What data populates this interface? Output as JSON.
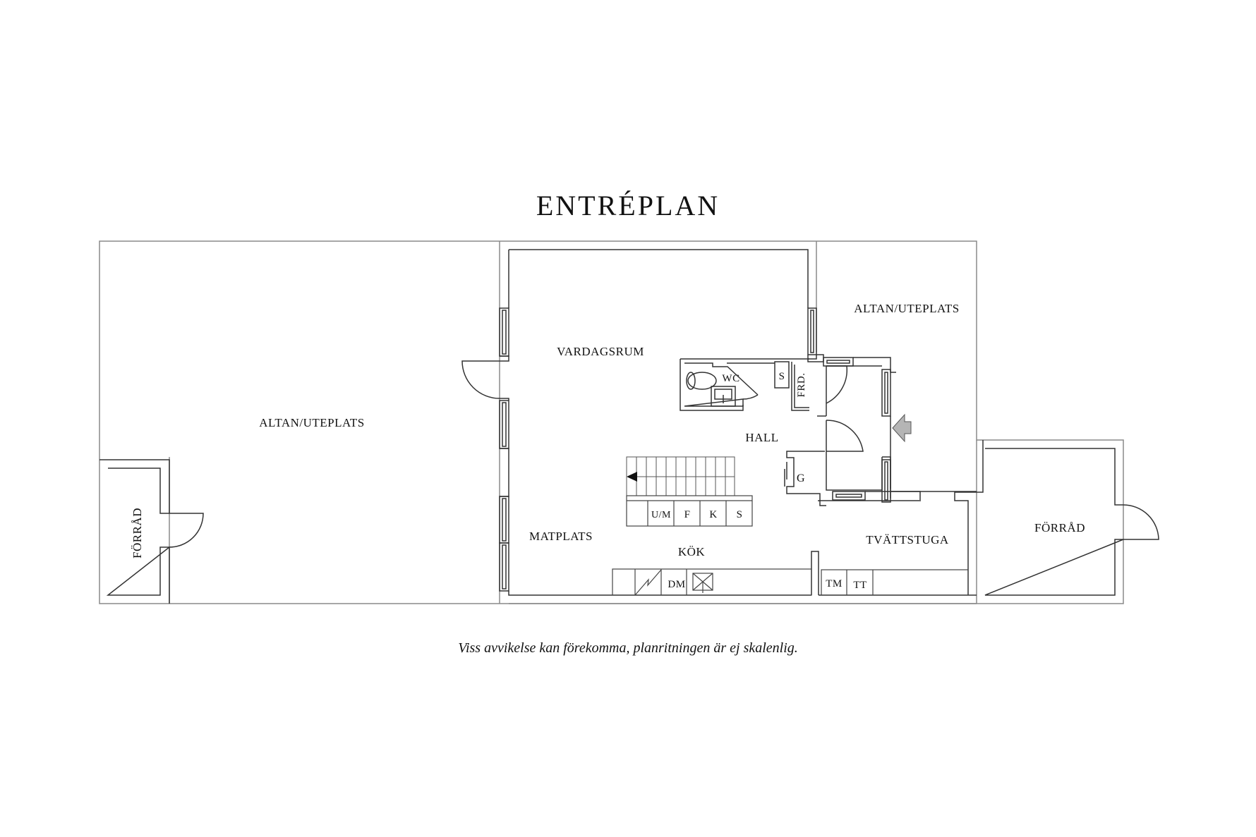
{
  "title": "ENTRÉPLAN",
  "footnote": "Viss avvikelse kan förekomma, planritningen är ej skalenlig.",
  "colors": {
    "line": "#333333",
    "light_line": "#8a8a8a",
    "arrow_fill": "#b5b5b5",
    "background": "#ffffff"
  },
  "rooms": {
    "altan_left": "ALTAN/UTEPLATS",
    "altan_right": "ALTAN/UTEPLATS",
    "forrad_left": "FÖRRÅD",
    "forrad_right": "FÖRRÅD",
    "vardagsrum": "VARDAGSRUM",
    "hall": "HALL",
    "matplats": "MATPLATS",
    "kok": "KÖK",
    "tvattstuga": "TVÄTTSTUGA",
    "wc": "WC",
    "frd": "FRD.",
    "s_closet": "S",
    "g_closet": "G"
  },
  "appliances": {
    "kitchen_row": [
      "U/M",
      "F",
      "K",
      "S"
    ],
    "dishwasher": "DM",
    "laundry": [
      "TM",
      "TT"
    ]
  },
  "icons": [
    "entrance-arrow-icon",
    "stair-direction-arrow-icon",
    "toilet-icon",
    "sink-icon",
    "stove-icon",
    "window-icon",
    "door-swing-icon"
  ]
}
